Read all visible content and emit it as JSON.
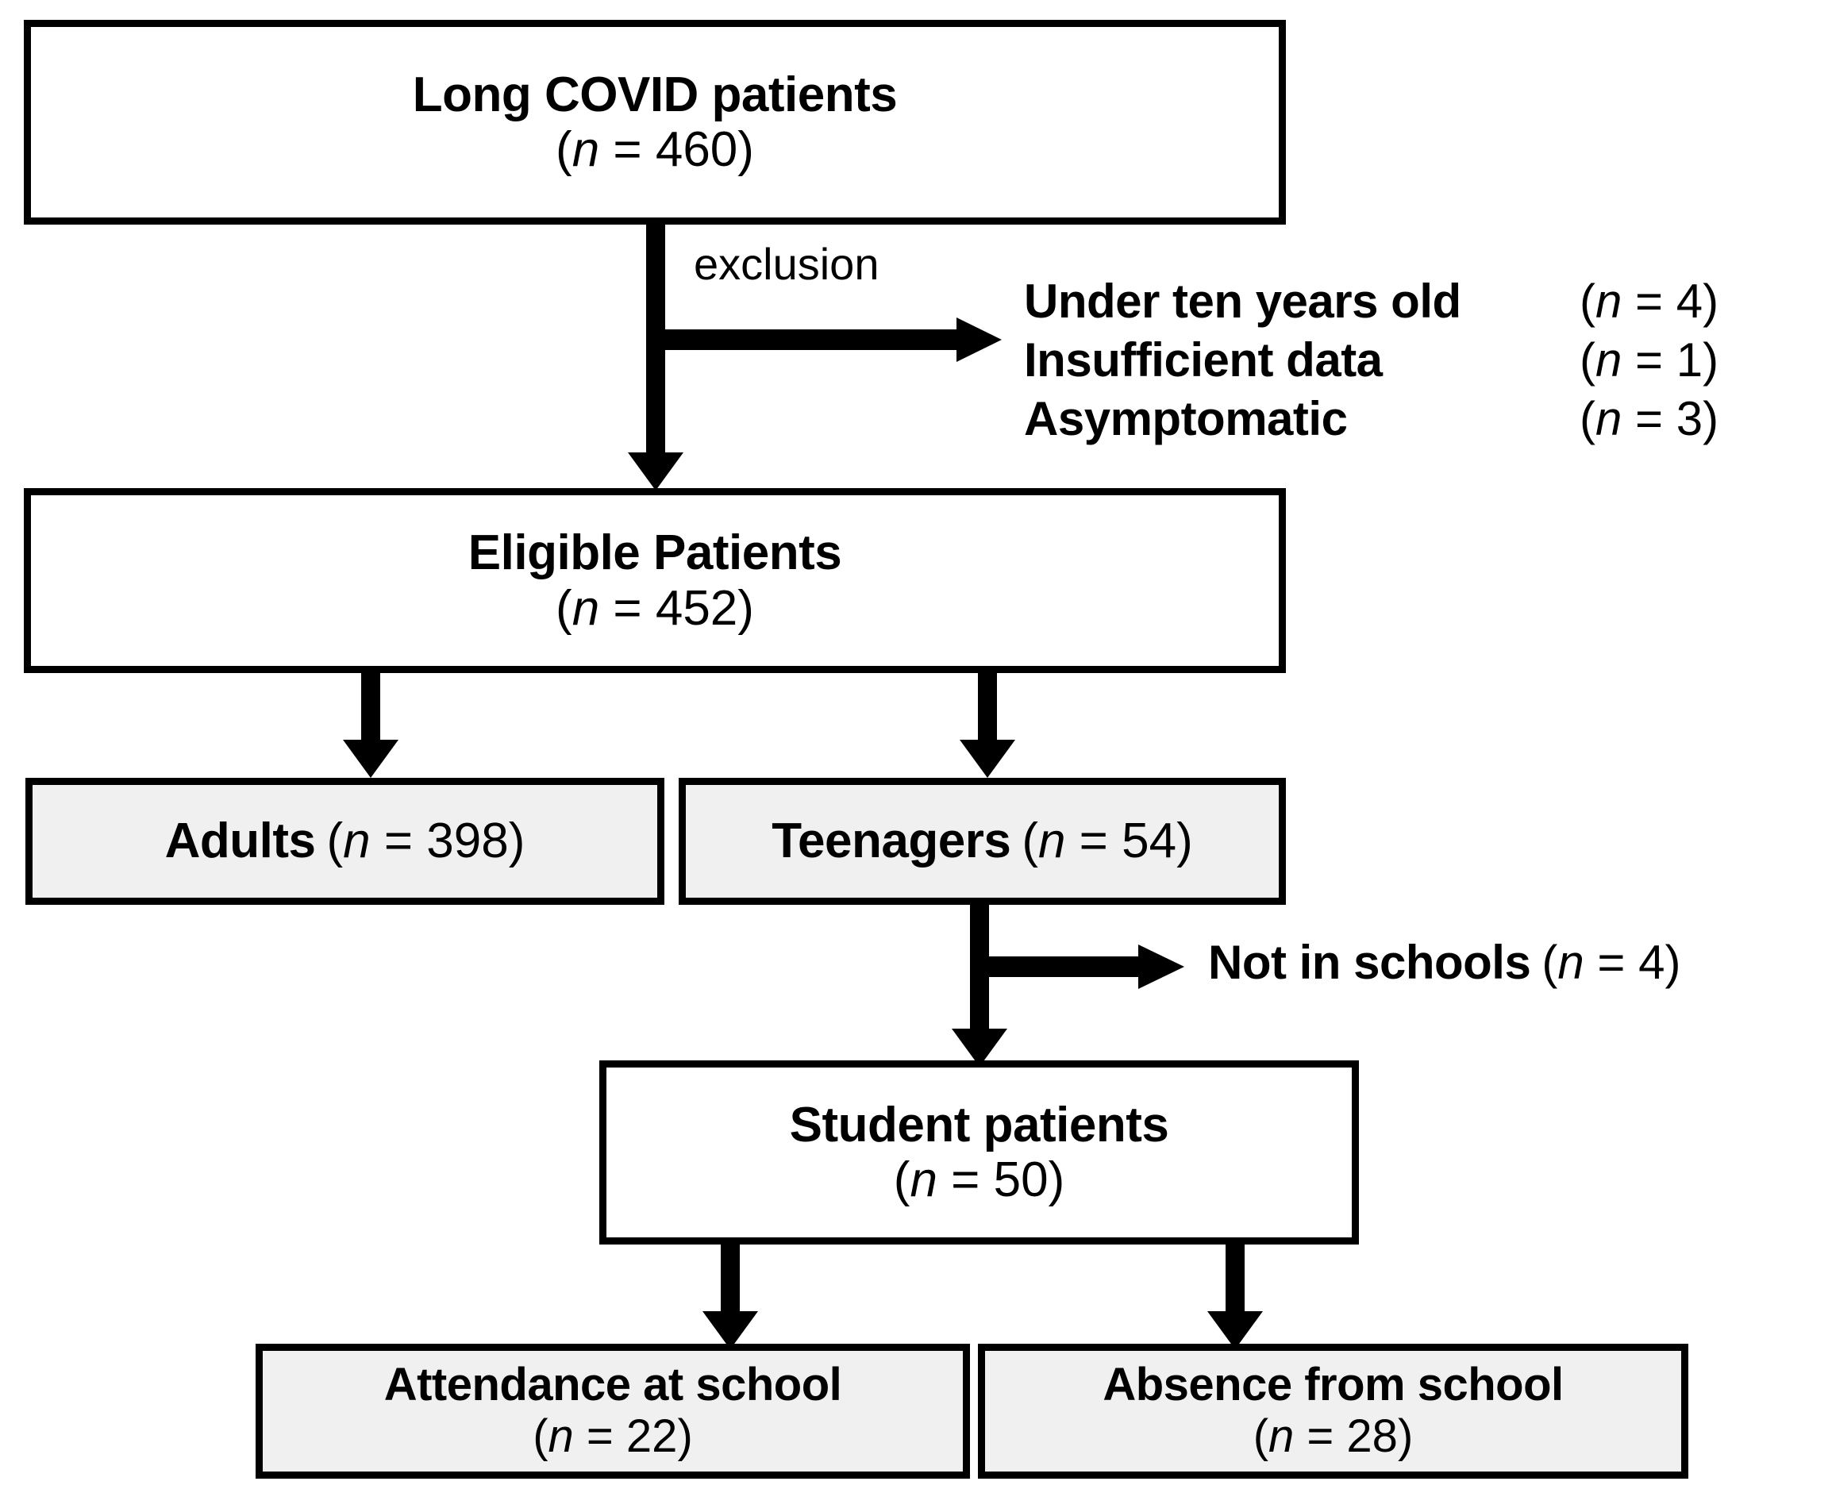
{
  "diagram": {
    "title": "Long COVID patient study flow diagram",
    "type": "flowchart",
    "colors": {
      "stroke": "#000000",
      "box_fill_white": "#ffffff",
      "box_fill_shaded": "#f0f0f0",
      "text": "#000000"
    }
  },
  "nodes": {
    "long_covid": {
      "label": "Long COVID patients",
      "count_text": "(n = 460)",
      "n": 460
    },
    "eligible": {
      "label": "Eligible Patients",
      "count_text": "(n = 452)",
      "n": 452
    },
    "adults": {
      "label": "Adults",
      "count_text": "(n = 398)",
      "n": 398
    },
    "teenagers": {
      "label": "Teenagers",
      "count_text": "(n = 54)",
      "n": 54
    },
    "students": {
      "label": "Student patients",
      "count_text": "(n = 50)",
      "n": 50
    },
    "attendance": {
      "label": "Attendance at school",
      "count_text": "(n = 22)",
      "n": 22
    },
    "absence": {
      "label": "Absence from school",
      "count_text": "(n = 28)",
      "n": 28
    }
  },
  "annotations": {
    "exclusion_label": "exclusion",
    "exclusion_reasons": [
      {
        "reason": "Under ten years old",
        "count_text": "(n = 4)",
        "n": 4
      },
      {
        "reason": "Insufficient data",
        "count_text": "(n = 1)",
        "n": 1
      },
      {
        "reason": "Asymptomatic",
        "count_text": "(n = 3)",
        "n": 3
      }
    ],
    "not_in_schools": {
      "reason": "Not in schools",
      "count_text": "(n = 4)",
      "n": 4
    }
  },
  "edges": [
    {
      "from": "long_covid",
      "to": "eligible",
      "kind": "vertical-arrow"
    },
    {
      "from": "long_covid",
      "to": "exclusion_reasons",
      "kind": "horizontal-arrow"
    },
    {
      "from": "eligible",
      "to": "adults",
      "kind": "vertical-arrow"
    },
    {
      "from": "eligible",
      "to": "teenagers",
      "kind": "vertical-arrow"
    },
    {
      "from": "teenagers",
      "to": "not_in_schools",
      "kind": "horizontal-arrow"
    },
    {
      "from": "teenagers",
      "to": "students",
      "kind": "vertical-arrow"
    },
    {
      "from": "students",
      "to": "attendance",
      "kind": "vertical-arrow"
    },
    {
      "from": "students",
      "to": "absence",
      "kind": "vertical-arrow"
    }
  ]
}
